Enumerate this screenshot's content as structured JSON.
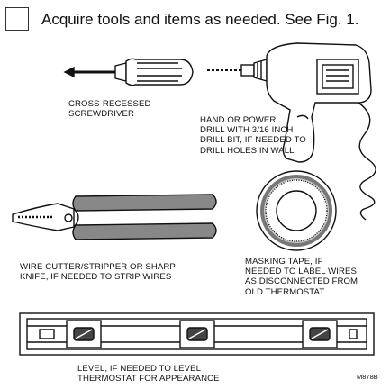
{
  "step": {
    "text": "Acquire tools and items as needed. See Fig. 1."
  },
  "captions": {
    "screwdriver": "CROSS-RECESSED\nSCREWDRIVER",
    "drill": "HAND OR POWER\nDRILL WITH 3/16 INCH\nDRILL BIT, IF NEEDED TO\nDRILL HOLES IN WALL",
    "stripper": "WIRE CUTTER/STRIPPER OR SHARP\nKNIFE, IF NEEDED TO STRIP WIRES",
    "tape": "MASKING TAPE, IF\nNEEDED TO LABEL WIRES\nAS DISCONNECTED FROM\nOLD THERMOSTAT",
    "level": "LEVEL, IF NEEDED TO LEVEL\nTHERMOSTAT FOR APPEARANCE"
  },
  "figure_id": "M878B",
  "colors": {
    "ink": "#111111",
    "paper": "#ffffff"
  }
}
